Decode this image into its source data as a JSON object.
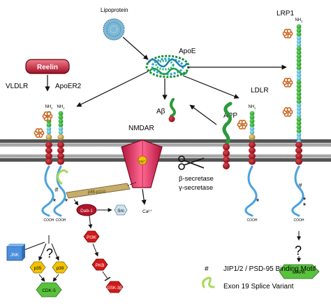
{
  "labels": {
    "lipoprotein": "Lipoprotein",
    "apoe": "ApoE",
    "lrp1": "LRP1",
    "reelin": "Reelin",
    "vldlr": "VLDLR",
    "apoer2": "ApoER2",
    "ldlr": "LDLR",
    "app": "APP",
    "abeta": "Aβ",
    "nmdar": "NMDAR",
    "mg": "Mg²⁺",
    "ca": "Ca²⁺",
    "nh2": "NH",
    "nh2_sub": "2",
    "cooh": "COOH",
    "beta_secretase": "β-secretase",
    "gamma_secretase": "γ-secretase",
    "p85": "p85-p110",
    "dab1": "Dab-1",
    "src": "Src",
    "pi3k": "PI3K",
    "pkb": "PKB",
    "gsk3b": "GSK-3β",
    "jnk": "JNK",
    "p35": "p35",
    "p39": "p39",
    "cdk5": "CDK-5",
    "mapk": "MAPK",
    "question": "?",
    "hash": "#",
    "star": "*"
  },
  "legend": {
    "hash_symbol": "#",
    "hash_text": "JIP1/2 / PSD-95 Binding Motif",
    "splice_text": "Exon 19 Splice Variant"
  },
  "colors": {
    "membrane_head": "#5c5c5c",
    "membrane_tail": "#9c9c9c",
    "tm_domain": "#b0101a",
    "reelin": "#b3142a",
    "ligand_repeat": "#1fb02a",
    "egf_repeat": "#5ac8de",
    "o_linked": "#c9a24a",
    "sugar": "#c8641e",
    "tail": "#4aa3dc",
    "splice": "#a5d957",
    "nmdar": "#e64b74",
    "mg": "#f2c300",
    "p85": "#c8ad6a",
    "dab1": "#b3142a",
    "src": "#cfe3ee",
    "kinase_red": "#d11a1a",
    "jnk": "#4d8fdc",
    "p35": "#f2c300",
    "cdk5": "#58c23d",
    "mapk": "#58c23d"
  }
}
